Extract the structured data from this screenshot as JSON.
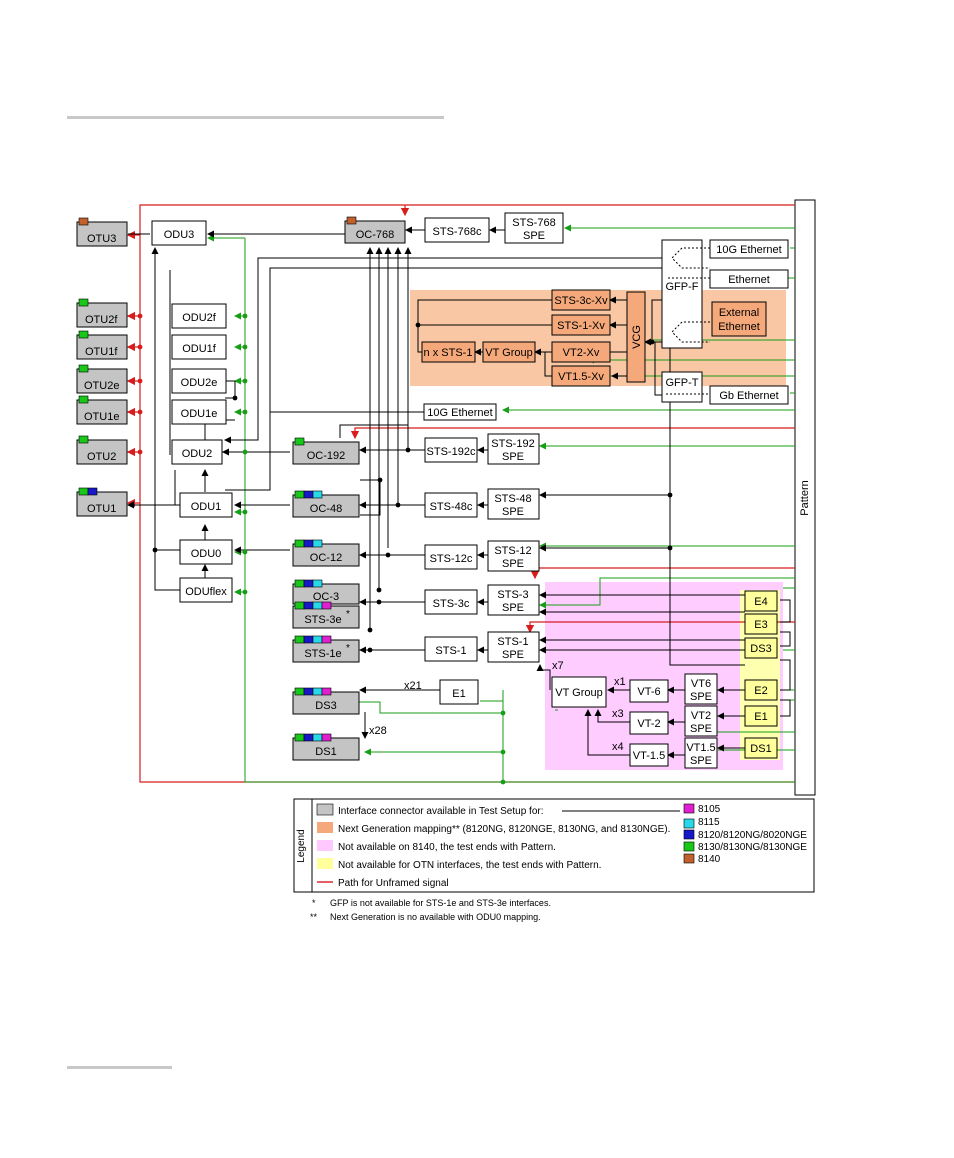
{
  "boxes": {
    "otu3": "OTU3",
    "otu2f": "OTU2f",
    "otu1f": "OTU1f",
    "otu2e": "OTU2e",
    "otu1e": "OTU1e",
    "otu2": "OTU2",
    "otu1": "OTU1",
    "odu3": "ODU3",
    "odu2f": "ODU2f",
    "odu1f": "ODU1f",
    "odu2e": "ODU2e",
    "odu1e": "ODU1e",
    "odu2": "ODU2",
    "odu1": "ODU1",
    "odu0": "ODU0",
    "oduflex": "ODUflex",
    "oc768": "OC-768",
    "oc192": "OC-192",
    "oc48": "OC-48",
    "oc12": "OC-12",
    "oc3": "OC-3",
    "sts3e": "STS-3e",
    "sts3e_star": "*",
    "sts1e": "STS-1e",
    "sts1e_star": "*",
    "ds3": "DS3",
    "ds1": "DS1",
    "sts768c": "STS-768c",
    "sts768spe_1": "STS-768",
    "sts768spe_2": "SPE",
    "sts192c": "STS-192c",
    "sts192spe_1": "STS-192",
    "sts192spe_2": "SPE",
    "sts48c": "STS-48c",
    "sts48spe_1": "STS-48",
    "sts48spe_2": "SPE",
    "sts12c": "STS-12c",
    "sts12spe_1": "STS-12",
    "sts12spe_2": "SPE",
    "sts3c": "STS-3c",
    "sts3spe_1": "STS-3",
    "sts3spe_2": "SPE",
    "sts1": "STS-1",
    "sts1spe_1": "STS-1",
    "sts1spe_2": "SPE",
    "e1_left": "E1",
    "sts3cxv": "STS-3c-Xv",
    "sts1xv": "STS-1-Xv",
    "vt2xv": "VT2-Xv",
    "vt15xv": "VT1.5-Xv",
    "nxsts1": "n x STS-1",
    "vtgroup_ng": "VT Group",
    "vcg": "VCG",
    "gfpf": "GFP-F",
    "gfpt": "GFP-T",
    "eth10g": "10G Ethernet",
    "eth": "Ethernet",
    "exteth_1": "External",
    "exteth_2": "Ethernet",
    "gbeth": "Gb Ethernet",
    "eth10g_otn": "10G Ethernet",
    "vtgroup": "VT Group",
    "vt6": "VT-6",
    "vt2": "VT-2",
    "vt15": "VT-1.5",
    "vt6spe_1": "VT6",
    "vt6spe_2": "SPE",
    "vt2spe_1": "VT2",
    "vt2spe_2": "SPE",
    "vt15spe_1": "VT1.5",
    "vt15spe_2": "SPE",
    "e4": "E4",
    "e3": "E3",
    "ds3_right": "DS3",
    "e2": "E2",
    "e1_right": "E1",
    "ds1_right": "DS1",
    "pattern": "Pattern",
    "x7": "x7",
    "x1": "x1",
    "x3": "x3",
    "x4": "x4",
    "x21": "x21",
    "x28": "x28"
  },
  "legend": {
    "title": "Legend",
    "items": [
      "Interface connector available in Test Setup for:",
      "Next Generation mapping** (8120NG, 8120NGE, 8130NG, and 8130NGE).",
      "Not available on 8140, the test ends with Pattern.",
      "Not available for OTN interfaces, the test ends with Pattern.",
      "Path for Unframed signal"
    ],
    "models": [
      "8105",
      "8115",
      "8120/8120NG/8020NGE",
      "8130/8130NG/8130NGE",
      "8140"
    ],
    "model_colors": [
      "#e020d0",
      "#28d8e8",
      "#1818c8",
      "#18c818",
      "#c0602c"
    ],
    "region_colors": [
      "#c4c4c4",
      "#f5a97a",
      "#ffc8ff",
      "#ffff9c"
    ],
    "path_color": "#d81c1c"
  },
  "footnotes": [
    {
      "mark": "*",
      "text": "GFP is not available for STS-1e and STS-3e interfaces."
    },
    {
      "mark": "**",
      "text": "Next Generation is no available with ODU0 mapping."
    }
  ]
}
